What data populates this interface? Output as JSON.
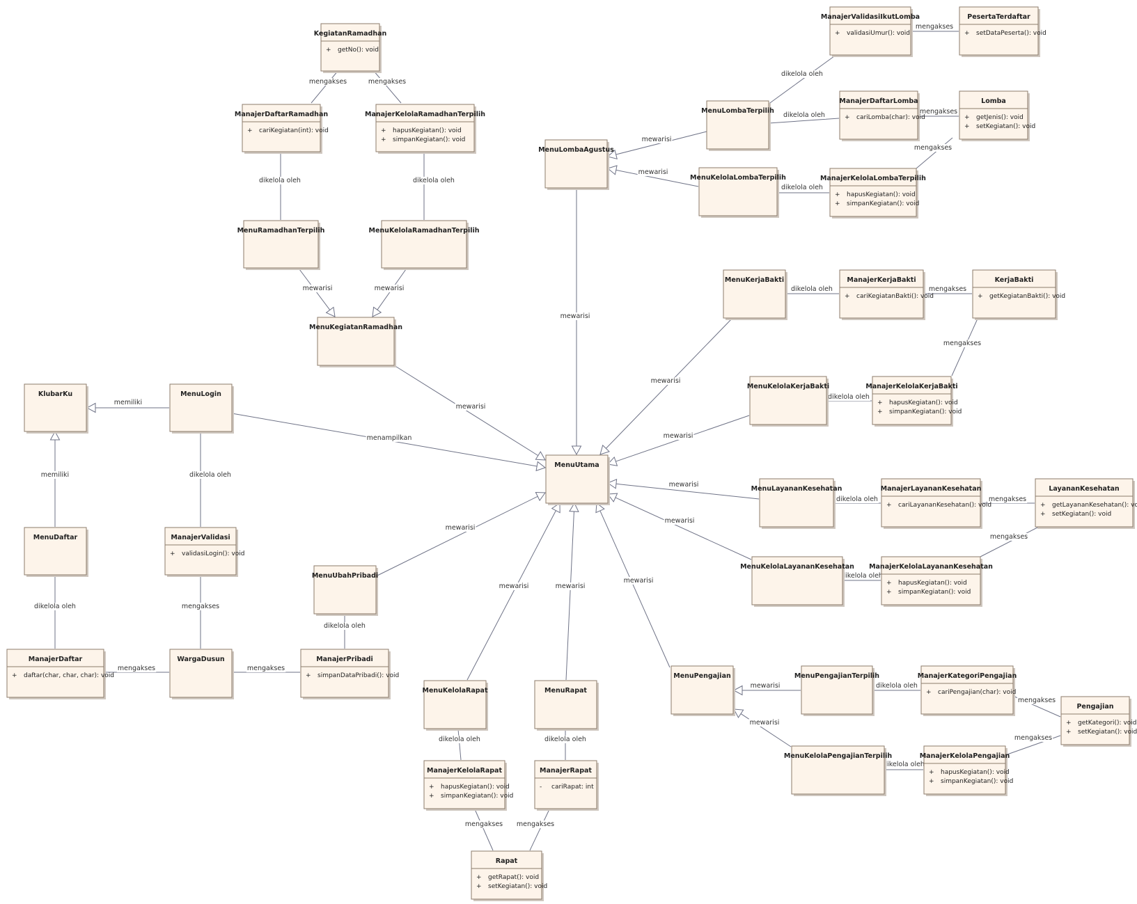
{
  "classes": [
    {
      "id": "KegiatanRamadhan",
      "name": "KegiatanRamadhan",
      "members": [
        {
          "vis": "+",
          "sig": "getNo(): void"
        }
      ]
    },
    {
      "id": "ManajerDaftarRamadhan",
      "name": "ManajerDaftarRamadhan",
      "members": [
        {
          "vis": "+",
          "sig": "cariKegiatan(int): void"
        }
      ]
    },
    {
      "id": "ManajerKelolaRamadhanTerpilih",
      "name": "ManajerKelolaRamadhanTerpilih",
      "members": [
        {
          "vis": "+",
          "sig": "hapusKegiatan(): void"
        },
        {
          "vis": "+",
          "sig": "simpanKegiatan(): void"
        }
      ]
    },
    {
      "id": "MenuRamadhanTerpilih",
      "name": "MenuRamadhanTerpilih",
      "members": []
    },
    {
      "id": "MenuKelolaRamadhanTerpilih",
      "name": "MenuKelolaRamadhanTerpilih",
      "members": []
    },
    {
      "id": "MenuKegiatanRamadhan",
      "name": "MenuKegiatanRamadhan",
      "members": []
    },
    {
      "id": "KlubarKu",
      "name": "KlubarKu",
      "members": []
    },
    {
      "id": "MenuLogin",
      "name": "MenuLogin",
      "members": []
    },
    {
      "id": "MenuDaftar",
      "name": "MenuDaftar",
      "members": []
    },
    {
      "id": "ManajerValidasi",
      "name": "ManajerValidasi",
      "members": [
        {
          "vis": "+",
          "sig": "validasiLogin(): void"
        }
      ]
    },
    {
      "id": "ManajerDaftar",
      "name": "ManajerDaftar",
      "members": [
        {
          "vis": "+",
          "sig": "daftar(char, char, char): void"
        }
      ]
    },
    {
      "id": "WargaDusun",
      "name": "WargaDusun",
      "members": []
    },
    {
      "id": "ManajerPribadi",
      "name": "ManajerPribadi",
      "members": [
        {
          "vis": "+",
          "sig": "simpanDataPribadi(): void"
        }
      ]
    },
    {
      "id": "MenuUbahPribadi",
      "name": "MenuUbahPribadi",
      "members": []
    },
    {
      "id": "MenuUtama",
      "name": "MenuUtama",
      "members": []
    },
    {
      "id": "MenuKelolaRapat",
      "name": "MenuKelolaRapat",
      "members": []
    },
    {
      "id": "MenuRapat",
      "name": "MenuRapat",
      "members": []
    },
    {
      "id": "ManajerKelolaRapat",
      "name": "ManajerKelolaRapat",
      "members": [
        {
          "vis": "+",
          "sig": "hapusKegiatan(): void"
        },
        {
          "vis": "+",
          "sig": "simpanKegiatan(): void"
        }
      ]
    },
    {
      "id": "ManajerRapat",
      "name": "ManajerRapat",
      "members": [
        {
          "vis": "-",
          "sig": "cariRapat: int"
        }
      ]
    },
    {
      "id": "Rapat",
      "name": "Rapat",
      "members": [
        {
          "vis": "+",
          "sig": "getRapat(): void"
        },
        {
          "vis": "+",
          "sig": "setKegiatan(): void"
        }
      ]
    },
    {
      "id": "MenuLombaAgustus",
      "name": "MenuLombaAgustus",
      "members": []
    },
    {
      "id": "MenuLombaTerpilih",
      "name": "MenuLombaTerpilih",
      "members": []
    },
    {
      "id": "MenuKelolaLombaTerpilih",
      "name": "MenuKelolaLombaTerpilih",
      "members": []
    },
    {
      "id": "ManajerValidasiIkutLomba",
      "name": "ManajerValidasiIkutLomba",
      "members": [
        {
          "vis": "+",
          "sig": "validasiUmur(): void"
        }
      ]
    },
    {
      "id": "PesertaTerdaftar",
      "name": "PesertaTerdaftar",
      "members": [
        {
          "vis": "+",
          "sig": "setDataPeserta(): void"
        }
      ]
    },
    {
      "id": "ManajerDaftarLomba",
      "name": "ManajerDaftarLomba",
      "members": [
        {
          "vis": "+",
          "sig": "cariLomba(char): void"
        }
      ]
    },
    {
      "id": "Lomba",
      "name": "Lomba",
      "members": [
        {
          "vis": "+",
          "sig": "getJenis(): void"
        },
        {
          "vis": "+",
          "sig": "setKegiatan(): void"
        }
      ]
    },
    {
      "id": "ManajerKelolaLombaTerpilih",
      "name": "ManajerKelolaLombaTerpilih",
      "members": [
        {
          "vis": "+",
          "sig": "hapusKegiatan(): void"
        },
        {
          "vis": "+",
          "sig": "simpanKegiatan(): void"
        }
      ]
    },
    {
      "id": "MenuKerjaBakti",
      "name": "MenuKerjaBakti",
      "members": []
    },
    {
      "id": "ManajerKerjaBakti",
      "name": "ManajerKerjaBakti",
      "members": [
        {
          "vis": "+",
          "sig": "cariKegiatanBakti(): void"
        }
      ]
    },
    {
      "id": "KerjaBakti",
      "name": "KerjaBakti",
      "members": [
        {
          "vis": "+",
          "sig": "getKegiatanBakti(): void"
        }
      ]
    },
    {
      "id": "MenuKelolaKerjaBakti",
      "name": "MenuKelolaKerjaBakti",
      "members": []
    },
    {
      "id": "ManajerKelolaKerjaBakti",
      "name": "ManajerKelolaKerjaBakti",
      "members": [
        {
          "vis": "+",
          "sig": "hapusKegiatan(): void"
        },
        {
          "vis": "+",
          "sig": "simpanKegiatan(): void"
        }
      ]
    },
    {
      "id": "MenuLayananKesehatan",
      "name": "MenuLayananKesehatan",
      "members": []
    },
    {
      "id": "ManajerLayananKesehatan",
      "name": "ManajerLayananKesehatan",
      "members": [
        {
          "vis": "+",
          "sig": "cariLayananKesehatan(): void"
        }
      ]
    },
    {
      "id": "LayananKesehatan",
      "name": "LayananKesehatan",
      "members": [
        {
          "vis": "+",
          "sig": "getLayananKesehatan(): void"
        },
        {
          "vis": "+",
          "sig": "setKegiatan(): void"
        }
      ]
    },
    {
      "id": "MenuKelolaLayananKesehatan",
      "name": "MenuKelolaLayananKesehatan",
      "members": []
    },
    {
      "id": "ManajerKelolaLayananKesehatan",
      "name": "ManajerKelolaLayananKesehatan",
      "members": [
        {
          "vis": "+",
          "sig": "hapusKegiatan(): void"
        },
        {
          "vis": "+",
          "sig": "simpanKegiatan(): void"
        }
      ]
    },
    {
      "id": "MenuPengajian",
      "name": "MenuPengajian",
      "members": []
    },
    {
      "id": "MenuPengajianTerpilih",
      "name": "MenuPengajianTerpilih",
      "members": []
    },
    {
      "id": "ManajerKategoriPengajian",
      "name": "ManajerKategoriPengajian",
      "members": [
        {
          "vis": "+",
          "sig": "cariPengajian(char): void"
        }
      ]
    },
    {
      "id": "Pengajian",
      "name": "Pengajian",
      "members": [
        {
          "vis": "+",
          "sig": "getKategori(): void"
        },
        {
          "vis": "+",
          "sig": "setKegiatan(): void"
        }
      ]
    },
    {
      "id": "MenuKelolaPengajianTerpilih",
      "name": "MenuKelolaPengajianTerpilih",
      "members": []
    },
    {
      "id": "ManajerKelolaPengajian",
      "name": "ManajerKelolaPengajian",
      "members": [
        {
          "vis": "+",
          "sig": "hapusKegiatan(): void"
        },
        {
          "vis": "+",
          "sig": "simpanKegiatan(): void"
        }
      ]
    }
  ],
  "relations": [
    {
      "from": "ManajerDaftarRamadhan",
      "to": "KegiatanRamadhan",
      "label": "mengakses",
      "type": "association"
    },
    {
      "from": "ManajerKelolaRamadhanTerpilih",
      "to": "KegiatanRamadhan",
      "label": "mengakses",
      "type": "association"
    },
    {
      "from": "MenuRamadhanTerpilih",
      "to": "ManajerDaftarRamadhan",
      "label": "dikelola oleh",
      "type": "association"
    },
    {
      "from": "MenuKelolaRamadhanTerpilih",
      "to": "ManajerKelolaRamadhanTerpilih",
      "label": "dikelola oleh",
      "type": "association"
    },
    {
      "from": "MenuRamadhanTerpilih",
      "to": "MenuKegiatanRamadhan",
      "label": "mewarisi",
      "type": "generalization"
    },
    {
      "from": "MenuKelolaRamadhanTerpilih",
      "to": "MenuKegiatanRamadhan",
      "label": "mewarisi",
      "type": "generalization"
    },
    {
      "from": "MenuKegiatanRamadhan",
      "to": "MenuUtama",
      "label": "mewarisi",
      "type": "generalization"
    },
    {
      "from": "MenuLogin",
      "to": "KlubarKu",
      "label": "memiliki",
      "type": "generalization"
    },
    {
      "from": "MenuDaftar",
      "to": "KlubarKu",
      "label": "memiliki",
      "type": "generalization"
    },
    {
      "from": "MenuLogin",
      "to": "MenuUtama",
      "label": "menampilkan",
      "type": "generalization"
    },
    {
      "from": "MenuLogin",
      "to": "ManajerValidasi",
      "label": "dikelola oleh",
      "type": "association"
    },
    {
      "from": "MenuDaftar",
      "to": "ManajerDaftar",
      "label": "dikelola oleh",
      "type": "association"
    },
    {
      "from": "ManajerValidasi",
      "to": "WargaDusun",
      "label": "mengakses",
      "type": "association"
    },
    {
      "from": "ManajerDaftar",
      "to": "WargaDusun",
      "label": "mengakses",
      "type": "association"
    },
    {
      "from": "ManajerPribadi",
      "to": "WargaDusun",
      "label": "mengakses",
      "type": "association"
    },
    {
      "from": "MenuUbahPribadi",
      "to": "ManajerPribadi",
      "label": "dikelola oleh",
      "type": "association"
    },
    {
      "from": "MenuUbahPribadi",
      "to": "MenuUtama",
      "label": "mewarisi",
      "type": "generalization"
    },
    {
      "from": "MenuKelolaRapat",
      "to": "MenuUtama",
      "label": "mewarisi",
      "type": "generalization"
    },
    {
      "from": "MenuRapat",
      "to": "MenuUtama",
      "label": "mewarisi",
      "type": "generalization"
    },
    {
      "from": "MenuKelolaRapat",
      "to": "ManajerKelolaRapat",
      "label": "dikelola oleh",
      "type": "association"
    },
    {
      "from": "MenuRapat",
      "to": "ManajerRapat",
      "label": "dikelola oleh",
      "type": "association"
    },
    {
      "from": "ManajerKelolaRapat",
      "to": "Rapat",
      "label": "mengakses",
      "type": "association"
    },
    {
      "from": "ManajerRapat",
      "to": "Rapat",
      "label": "mengakses",
      "type": "association"
    },
    {
      "from": "MenuLombaAgustus",
      "to": "MenuUtama",
      "label": "mewarisi",
      "type": "generalization"
    },
    {
      "from": "MenuLombaTerpilih",
      "to": "MenuLombaAgustus",
      "label": "mewarisi",
      "type": "generalization"
    },
    {
      "from": "MenuKelolaLombaTerpilih",
      "to": "MenuLombaAgustus",
      "label": "mewarisi",
      "type": "generalization"
    },
    {
      "from": "MenuLombaTerpilih",
      "to": "ManajerValidasiIkutLomba",
      "label": "dikelola oleh",
      "type": "association"
    },
    {
      "from": "ManajerValidasiIkutLomba",
      "to": "PesertaTerdaftar",
      "label": "mengakses",
      "type": "association"
    },
    {
      "from": "MenuLombaTerpilih",
      "to": "ManajerDaftarLomba",
      "label": "dikelola oleh",
      "type": "association"
    },
    {
      "from": "ManajerDaftarLomba",
      "to": "Lomba",
      "label": "mengakses",
      "type": "association"
    },
    {
      "from": "MenuKelolaLombaTerpilih",
      "to": "ManajerKelolaLombaTerpilih",
      "label": "dikelola oleh",
      "type": "association"
    },
    {
      "from": "ManajerKelolaLombaTerpilih",
      "to": "Lomba",
      "label": "mengakses",
      "type": "association"
    },
    {
      "from": "MenuKerjaBakti",
      "to": "MenuUtama",
      "label": "mewarisi",
      "type": "generalization"
    },
    {
      "from": "MenuKerjaBakti",
      "to": "ManajerKerjaBakti",
      "label": "dikelola oleh",
      "type": "association"
    },
    {
      "from": "ManajerKerjaBakti",
      "to": "KerjaBakti",
      "label": "mengakses",
      "type": "association"
    },
    {
      "from": "MenuKelolaKerjaBakti",
      "to": "MenuUtama",
      "label": "mewarisi",
      "type": "generalization"
    },
    {
      "from": "MenuKelolaKerjaBakti",
      "to": "ManajerKelolaKerjaBakti",
      "label": "dikelola oleh",
      "type": "association"
    },
    {
      "from": "ManajerKelolaKerjaBakti",
      "to": "KerjaBakti",
      "label": "mengakses",
      "type": "association"
    },
    {
      "from": "MenuLayananKesehatan",
      "to": "MenuUtama",
      "label": "mewarisi",
      "type": "generalization"
    },
    {
      "from": "MenuLayananKesehatan",
      "to": "ManajerLayananKesehatan",
      "label": "dikelola oleh",
      "type": "association"
    },
    {
      "from": "ManajerLayananKesehatan",
      "to": "LayananKesehatan",
      "label": "mengakses",
      "type": "association"
    },
    {
      "from": "MenuKelolaLayananKesehatan",
      "to": "MenuUtama",
      "label": "mewarisi",
      "type": "generalization"
    },
    {
      "from": "MenuKelolaLayananKesehatan",
      "to": "ManajerKelolaLayananKesehatan",
      "label": "dikelola oleh",
      "type": "association"
    },
    {
      "from": "ManajerKelolaLayananKesehatan",
      "to": "LayananKesehatan",
      "label": "mengakses",
      "type": "association"
    },
    {
      "from": "MenuPengajian",
      "to": "MenuUtama",
      "label": "mewarisi",
      "type": "generalization"
    },
    {
      "from": "MenuPengajianTerpilih",
      "to": "MenuPengajian",
      "label": "mewarisi",
      "type": "generalization"
    },
    {
      "from": "MenuKelolaPengajianTerpilih",
      "to": "MenuPengajian",
      "label": "mewarisi",
      "type": "generalization"
    },
    {
      "from": "MenuPengajianTerpilih",
      "to": "ManajerKategoriPengajian",
      "label": "dikelola oleh",
      "type": "association"
    },
    {
      "from": "ManajerKategoriPengajian",
      "to": "Pengajian",
      "label": "mengakses",
      "type": "association"
    },
    {
      "from": "MenuKelolaPengajianTerpilih",
      "to": "ManajerKelolaPengajian",
      "label": "dikelola oleh",
      "type": "association"
    },
    {
      "from": "ManajerKelolaPengajian",
      "to": "Pengajian",
      "label": "mengakses",
      "type": "association"
    }
  ]
}
